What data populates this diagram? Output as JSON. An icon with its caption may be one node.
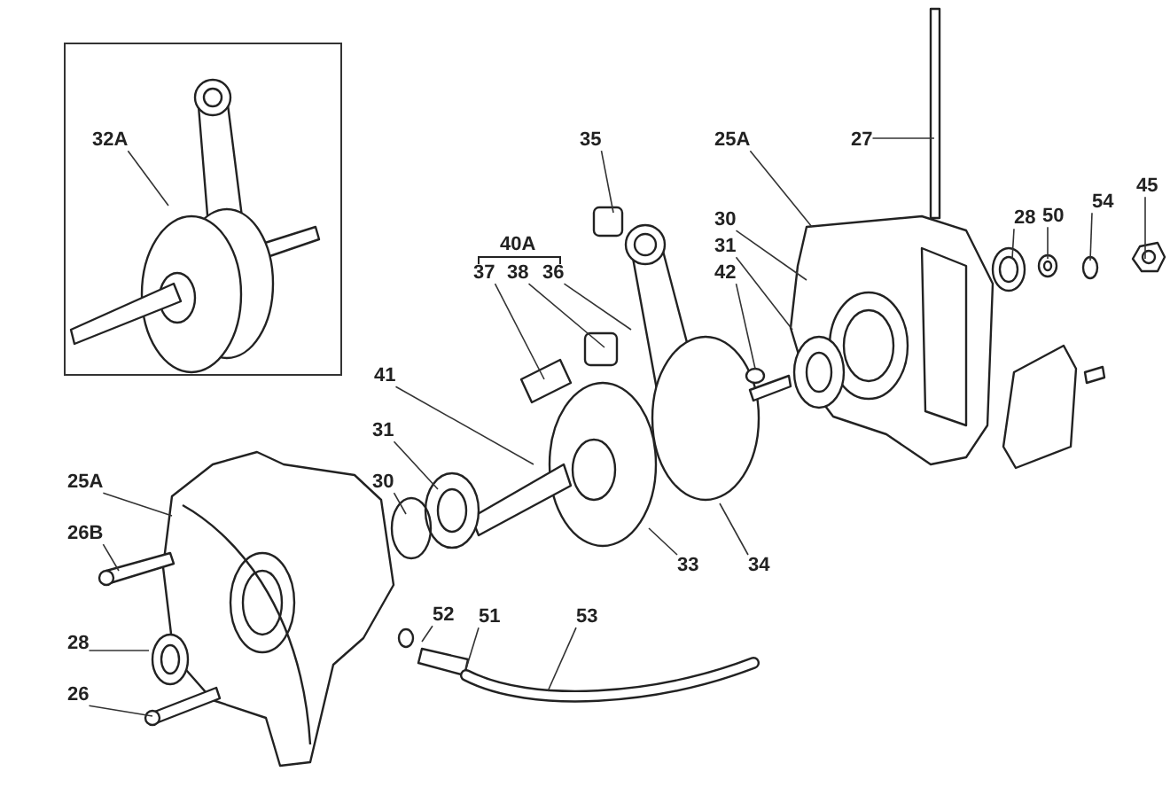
{
  "diagram": {
    "nodes": [
      {
        "text": [],
        "shape": "box"
      },
      {
        "text": [
          "32A"
        ],
        "in": 0
      },
      {
        "text": [
          "35"
        ]
      },
      {
        "text": [
          "25A"
        ]
      },
      {
        "text": [
          "27"
        ]
      },
      {
        "text": [
          "30"
        ]
      },
      {
        "text": [
          "31"
        ]
      },
      {
        "text": [
          "42"
        ]
      },
      {
        "text": [
          "28"
        ]
      },
      {
        "text": [
          "50"
        ]
      },
      {
        "text": [
          "54"
        ]
      },
      {
        "text": [
          "45"
        ]
      },
      {
        "text": [
          "37"
        ]
      },
      {
        "text": [
          "38"
        ]
      },
      {
        "text": [
          "36"
        ]
      },
      {
        "text": [
          "41"
        ]
      },
      {
        "text": [
          "31"
        ]
      },
      {
        "text": [
          "30"
        ]
      },
      {
        "text": [
          "25A"
        ]
      },
      {
        "text": [
          "26B"
        ]
      },
      {
        "text": [
          "28"
        ]
      },
      {
        "text": [
          "26"
        ]
      },
      {
        "text": [
          "52"
        ]
      },
      {
        "text": [
          "51"
        ]
      },
      {
        "text": [
          "53"
        ]
      },
      {
        "text": [
          "33"
        ]
      },
      {
        "text": [
          "34"
        ]
      }
    ],
    "edges": [
      {
        "from": 1,
        "to": null,
        "arrow": "none"
      },
      {
        "from": 2,
        "to": null,
        "arrow": "none"
      },
      {
        "from": 3,
        "to": null,
        "arrow": "none"
      },
      {
        "from": 4,
        "to": null,
        "arrow": "none"
      },
      {
        "from": 5,
        "to": null,
        "arrow": "none"
      },
      {
        "from": 6,
        "to": null,
        "arrow": "none"
      },
      {
        "from": 7,
        "to": null,
        "arrow": "none"
      },
      {
        "from": 8,
        "to": null,
        "arrow": "none"
      },
      {
        "from": 9,
        "to": null,
        "arrow": "none"
      },
      {
        "from": 10,
        "to": null,
        "arrow": "none"
      },
      {
        "from": 11,
        "to": null,
        "arrow": "none"
      },
      {
        "from": 12,
        "to": null,
        "arrow": "none"
      },
      {
        "from": 13,
        "to": null,
        "arrow": "none"
      },
      {
        "from": 14,
        "to": null,
        "arrow": "none"
      },
      {
        "from": 15,
        "to": null,
        "arrow": "none"
      },
      {
        "from": 16,
        "to": null,
        "arrow": "none"
      },
      {
        "from": 17,
        "to": null,
        "arrow": "none"
      },
      {
        "from": 18,
        "to": null,
        "arrow": "none"
      },
      {
        "from": 19,
        "to": null,
        "arrow": "none"
      },
      {
        "from": 20,
        "to": null,
        "arrow": "none"
      },
      {
        "from": 21,
        "to": null,
        "arrow": "none"
      },
      {
        "from": 22,
        "to": null,
        "arrow": "none"
      },
      {
        "from": 23,
        "to": null,
        "arrow": "none"
      },
      {
        "from": 24,
        "to": null,
        "arrow": "none"
      },
      {
        "from": 25,
        "to": null,
        "arrow": "none"
      },
      {
        "from": 26,
        "to": null,
        "arrow": "none"
      }
    ],
    "labels": [
      "40A"
    ]
  }
}
